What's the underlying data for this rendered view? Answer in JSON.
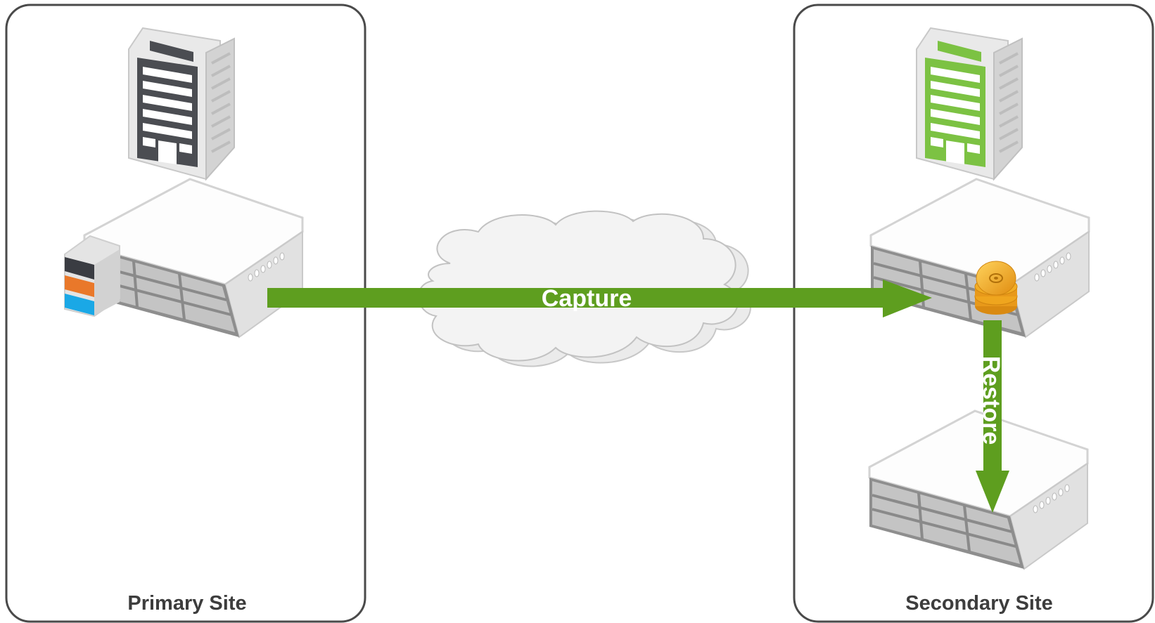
{
  "sites": {
    "primary": {
      "label": "Primary Site"
    },
    "secondary": {
      "label": "Secondary Site"
    }
  },
  "flows": {
    "capture": {
      "label": "Capture"
    },
    "restore": {
      "label": "Restore"
    }
  },
  "colors": {
    "arrow": "#5e9e1f",
    "frame": "#4a4a4a",
    "primary_building": "#4b4d52",
    "secondary_building": "#7cc243",
    "cloud_fill": "#f0f0f0",
    "cloud_stroke": "#c2c2c2",
    "stack_dark": "#3a3c42",
    "stack_orange": "#e9782a",
    "stack_blue": "#1aa8e6",
    "disk_gold": "#f0a81c"
  },
  "icons": {
    "primary_building": "office-building-icon",
    "secondary_building": "office-building-icon",
    "primary_server": "storage-array-icon",
    "secondary_server": "storage-array-icon",
    "restore_server": "storage-array-icon",
    "cloud": "cloud-network-icon",
    "snapshot": "disk-stack-icon"
  }
}
